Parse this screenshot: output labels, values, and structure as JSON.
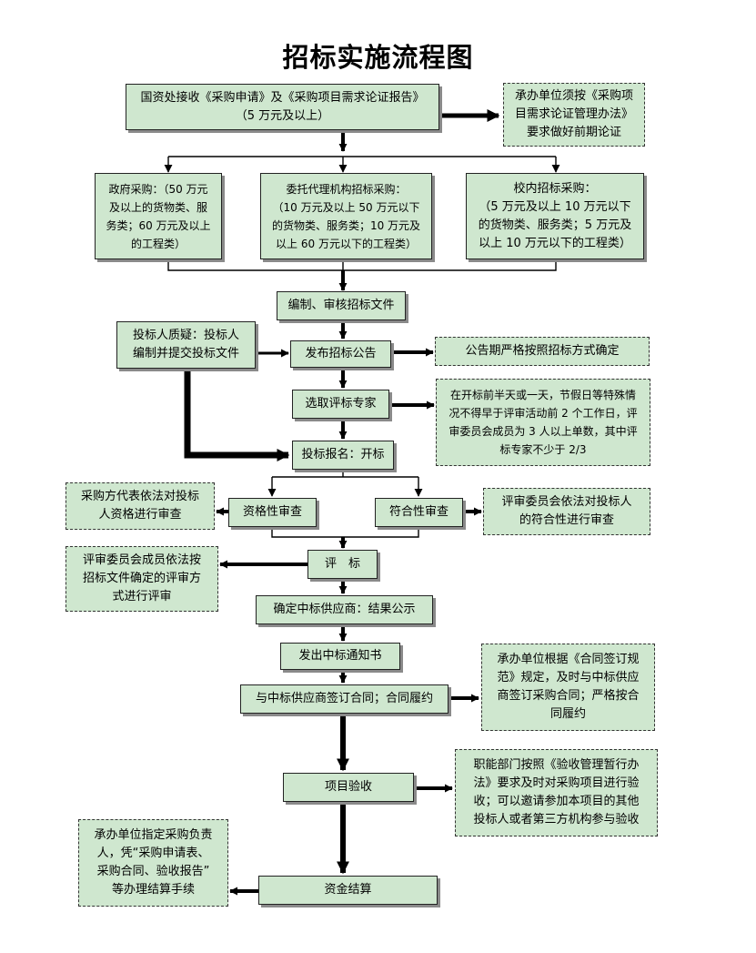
{
  "title": "招标实施流程图",
  "nodes": {
    "start": [
      "国资处接收《采购申请》及《采购项目需求论证报告》",
      "（5 万元及以上）"
    ],
    "start_note": [
      "承办单位须按《采购项",
      "目需求论证管理办法》",
      "要求做好前期论证"
    ],
    "gov": [
      "政府采购：（50 万元",
      "及以上的货物类、服",
      "务类；60 万元及以上",
      "的工程类）"
    ],
    "agency": [
      "委托代理机构招标采购：",
      "（10 万元及以上 50 万元以下",
      "的货物类、服务类；10 万元及",
      "以上 60 万元以下的工程类）"
    ],
    "campus": [
      "校内招标采购：",
      "（5 万元及以上 10 万元以下",
      "的货物类、服务类；5 万元及",
      "以上 10 万元以下的工程类）"
    ],
    "compile": [
      "编制、审核招标文件"
    ],
    "bidder_q": [
      "投标人质疑：投标人",
      "编制并提交投标文件"
    ],
    "publish": [
      "发布招标公告"
    ],
    "publish_note": [
      "公告期严格按照招标方式确定"
    ],
    "experts": [
      "选取评标专家"
    ],
    "experts_note": [
      "在开标前半天或一天，节假日等特殊情",
      "况不得早于评审活动前 2 个工作日，评",
      "审委员会成员为 3 人以上单数，其中评",
      "标专家不少于 2/3"
    ],
    "register": [
      "投标报名：开标"
    ],
    "qual": [
      "资格性审查"
    ],
    "qual_note": [
      "采购方代表依法对投标",
      "人资格进行审查"
    ],
    "conform": [
      "符合性审查"
    ],
    "conform_note": [
      "评审委员会依法对投标人",
      "的符合性进行审查"
    ],
    "evaluate": [
      "评　标"
    ],
    "evaluate_note": [
      "评审委员会成员依法按",
      "招标文件确定的评审方",
      "式进行评审"
    ],
    "winner": [
      "确定中标供应商：结果公示"
    ],
    "notice": [
      "发出中标通知书"
    ],
    "contract": [
      "与中标供应商签订合同；合同履约"
    ],
    "contract_note": [
      "承办单位根据《合同签订规",
      "范》规定，及时与中标供应",
      "商签订采购合同；严格按合",
      "同履约"
    ],
    "accept": [
      "项目验收"
    ],
    "accept_note": [
      "职能部门按照《验收管理暂行办",
      "法》要求及时对采购项目进行验",
      "收；可以邀请参加本项目的其他",
      "投标人或者第三方机构参与验收"
    ],
    "settle": [
      "资金结算"
    ],
    "settle_note": [
      "承办单位指定采购负责",
      "人，凭“采购申请表、",
      "采购合同、验收报告”",
      "等办理结算手续"
    ]
  }
}
